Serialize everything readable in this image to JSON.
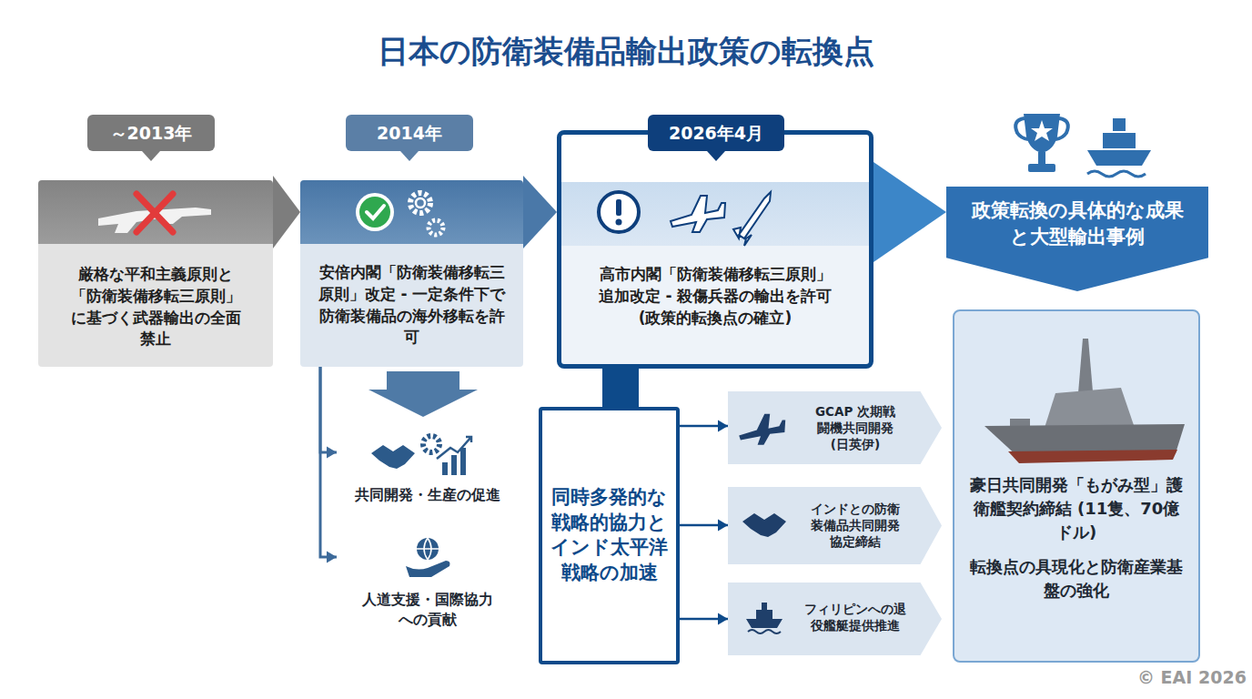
{
  "diagram": {
    "title": "日本の防衛装備品輸出政策の転換点",
    "nodes": [
      {
        "text": [
          "～2013年",
          "厳格な平和主義原則と「防衛装備移転三原則」に基づく武器輸出の全面禁止"
        ]
      },
      {
        "text": [
          "2014年",
          "安倍内閣「防衛装備移転三原則」改定 - 一定条件下で防衛装備品の海外移転を許可"
        ]
      },
      {
        "text": [
          "2026年4月",
          "高市内閣「防衛装備移転三原則」追加改定 - 殺傷兵器の輸出を許可 (政策的転換点の確立)"
        ]
      },
      {
        "text": [
          "政策転換の具体的な成果と大型輸出事例"
        ]
      },
      {
        "text": [
          "共同開発・生産の促進"
        ]
      },
      {
        "text": [
          "人道支援・国際協力への貢献"
        ]
      },
      {
        "text": [
          "同時多発的な戦略的協力とインド太平洋戦略の加速"
        ]
      },
      {
        "text": [
          "GCAP 次期戦闘機共同開発 (日英伊)"
        ]
      },
      {
        "text": [
          "インドとの防衛装備品共同開発協定締結"
        ]
      },
      {
        "text": [
          "フィリピンへの退役艦艇提供推進"
        ]
      },
      {
        "text": [
          "豪日共同開発「もがみ型」護衛艦契約締結 (11隻、70億ドル)",
          "転換点の具現化と防衛産業基盤の強化"
        ]
      }
    ],
    "edges": [
      {
        "from": 0,
        "to": 1,
        "arrow": "to"
      },
      {
        "from": 1,
        "to": 2,
        "arrow": "to"
      },
      {
        "from": 2,
        "to": 3,
        "arrow": "to"
      },
      {
        "from": 1,
        "to": 4,
        "arrow": "to"
      },
      {
        "from": 1,
        "to": 5,
        "arrow": "to"
      },
      {
        "from": 2,
        "to": 6,
        "arrow": "none"
      },
      {
        "from": 6,
        "to": 7,
        "arrow": "to"
      },
      {
        "from": 6,
        "to": 8,
        "arrow": "to"
      },
      {
        "from": 6,
        "to": 9,
        "arrow": "to"
      }
    ],
    "labels": [
      "© EAI 2026"
    ]
  }
}
